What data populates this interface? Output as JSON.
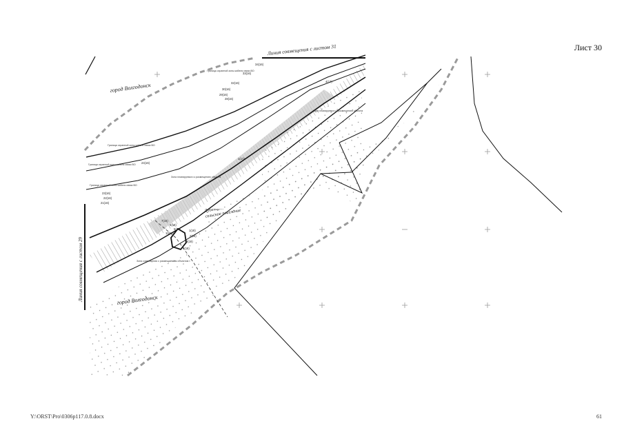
{
  "sheet": {
    "title": "Лист 30",
    "file_path": "Y:\\ORST\\Pro\\0306p117.0.8.docx",
    "page_number": "61"
  },
  "map": {
    "match_line_top": "Линия совмещения с листом 31",
    "match_line_left": "Линия совмещения с листом 29",
    "city_label_top": "город Волгодонск",
    "city_label_bottom": "город Волгодонск",
    "district_label": "Дубенцовский район, Жуковское сельское поселение",
    "callouts": [
      "Граница охранной зоны кабеля связи ВО",
      "Зона планируемого к размещению объекта",
      "Граница охранной зоны кабеля связи ВО",
      "Граница охранной зоны кабеля связи ВО",
      "Граница охранной зоны кабеля связи ВО",
      "Зона планируемого к размещению объекта",
      "Зона совмещения с размещаемым объектом"
    ],
    "points": [
      "34(16)",
      "33(16)",
      "32(16)",
      "30(16)",
      "29(16)",
      "28(16)",
      "24(16)",
      "23(16)",
      "22(16)",
      "21(16)",
      "1(17)",
      "4(17)",
      "7(18)",
      "6(18)",
      "5(18)",
      "1(18)",
      "2(18)",
      "3(18)",
      "4(18)",
      "10(18)"
    ],
    "colors": {
      "dashed_boundary": "#9a9a9a",
      "line": "#111111",
      "corridor_fill": "#c8c8c8"
    }
  }
}
